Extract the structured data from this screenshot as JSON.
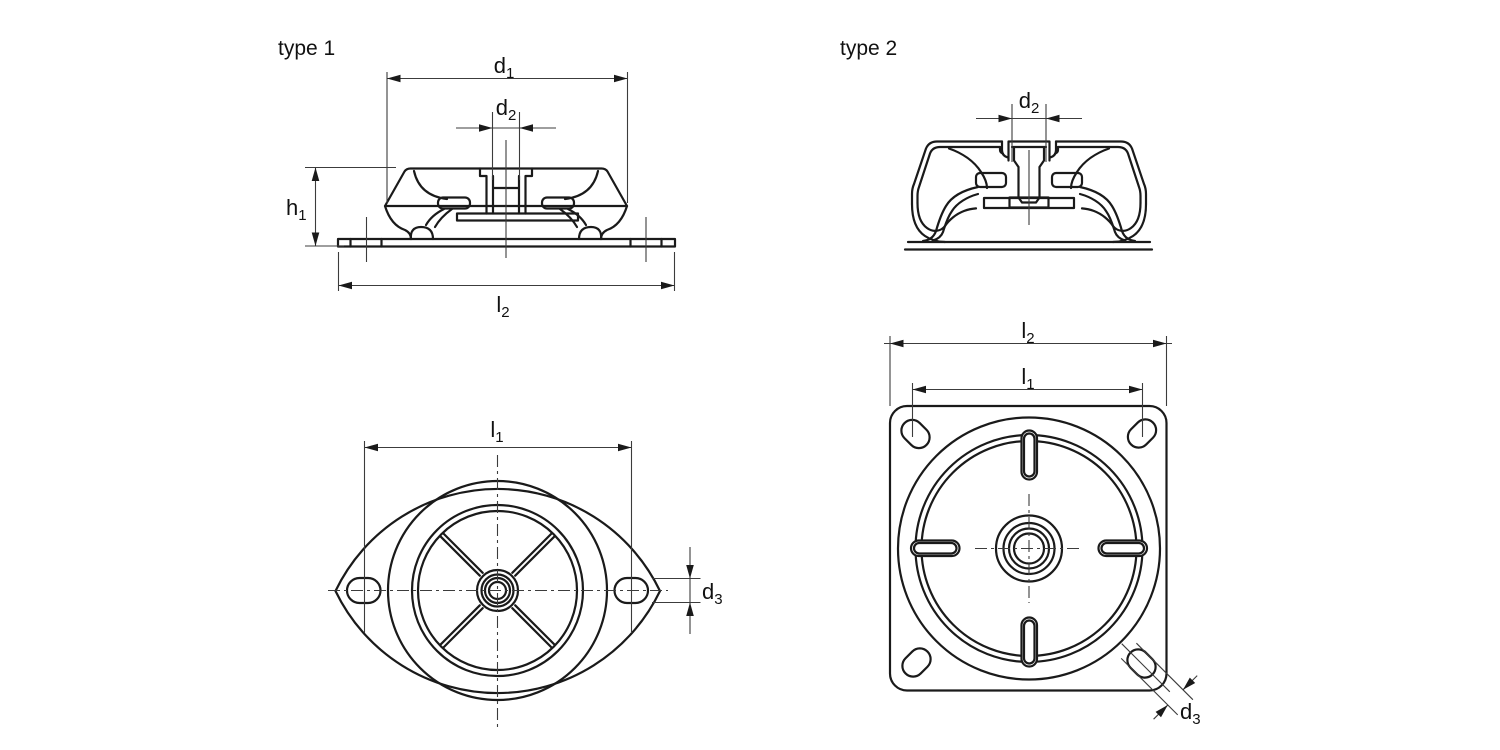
{
  "colors": {
    "background": "#ffffff",
    "object_line": "#1a1a1a",
    "thin_line": "#3c3c3c",
    "text": "#111111"
  },
  "views": {
    "type1_side": {
      "label": "type 1",
      "dims": {
        "d1": {
          "base": "d",
          "sub": "1"
        },
        "d2": {
          "base": "d",
          "sub": "2"
        },
        "h1": {
          "base": "h",
          "sub": "1"
        },
        "l2": {
          "base": "l",
          "sub": "2"
        }
      }
    },
    "type2_side": {
      "label": "type 2",
      "dims": {
        "d2": {
          "base": "d",
          "sub": "2"
        }
      }
    },
    "type1_plan": {
      "dims": {
        "l1": {
          "base": "l",
          "sub": "1"
        },
        "d3": {
          "base": "d",
          "sub": "3"
        }
      }
    },
    "type2_plan": {
      "dims": {
        "l2": {
          "base": "l",
          "sub": "2"
        },
        "l1": {
          "base": "l",
          "sub": "1"
        },
        "d3": {
          "base": "d",
          "sub": "3"
        }
      }
    }
  }
}
